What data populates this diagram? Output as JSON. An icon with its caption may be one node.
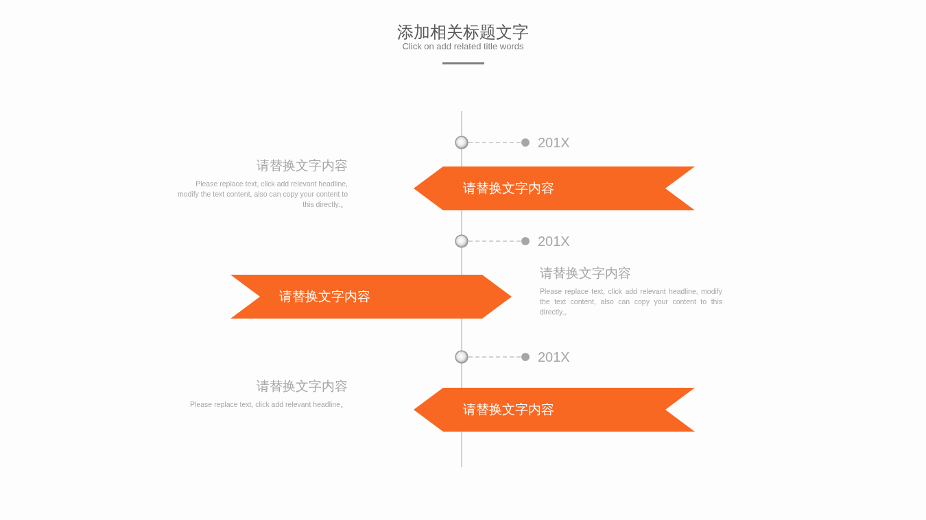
{
  "diagram": {
    "title": "添加相关标题文字",
    "nodes": [
      {
        "text": [],
        "shape": "circle"
      },
      {
        "text": [],
        "shape": "circle",
        "beside": [
          "201X"
        ]
      },
      {
        "text": [
          "请替换文字内容"
        ]
      },
      {
        "text": [],
        "shape": "circle"
      },
      {
        "text": [],
        "shape": "circle",
        "beside": [
          "201X"
        ]
      },
      {
        "text": [
          "请替换文字内容"
        ]
      },
      {
        "text": [],
        "shape": "circle"
      },
      {
        "text": [],
        "shape": "circle",
        "beside": [
          "201X"
        ]
      },
      {
        "text": [
          "请替换文字内容"
        ]
      }
    ],
    "edges": [
      {
        "from": 0,
        "to": 1,
        "arrow": "none",
        "style": "dashed"
      },
      {
        "from": 3,
        "to": 4,
        "arrow": "none",
        "style": "dashed"
      },
      {
        "from": 6,
        "to": 7,
        "arrow": "none",
        "style": "dashed"
      }
    ],
    "labels": [
      "Click on add related title words",
      "请替换文字内容",
      "Please replace text, click add relevant headline, modify the text content, also can copy your content to this directly.。",
      "请替换文字内容",
      "Please replace text, click add relevant headline, modify the text content, also can copy your content to this directly.。",
      "请替换文字内容",
      "Please replace text, click add relevant headline。"
    ]
  }
}
